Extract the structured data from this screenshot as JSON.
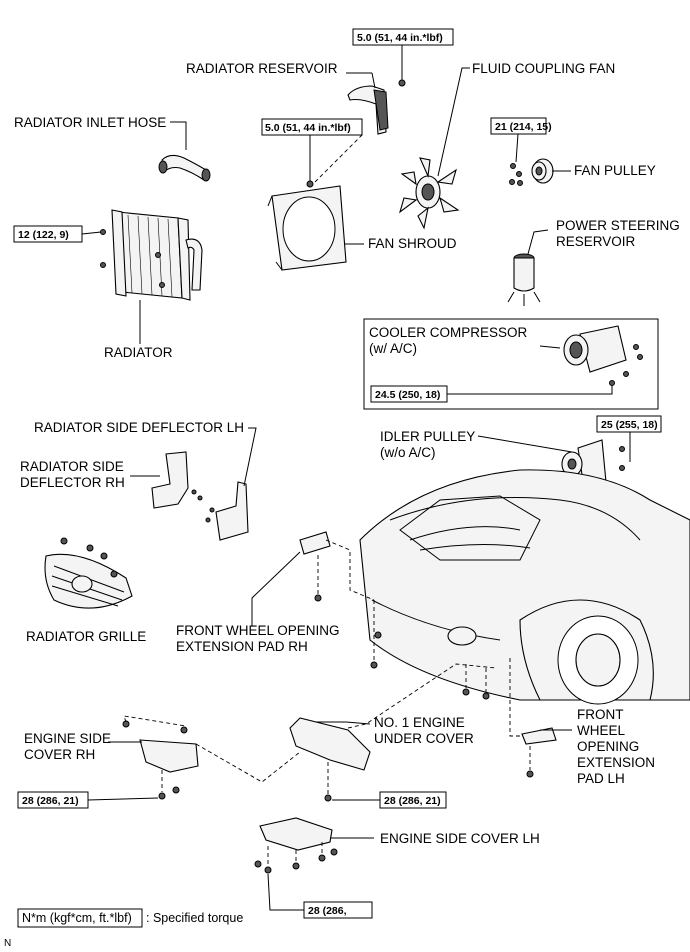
{
  "parts": {
    "radiator_reservoir": "RADIATOR RESERVOIR",
    "fluid_coupling_fan": "FLUID COUPLING FAN",
    "radiator_inlet_hose": "RADIATOR INLET HOSE",
    "fan_pulley": "FAN PULLEY",
    "power_steering_reservoir_1": "POWER STEERING",
    "power_steering_reservoir_2": "RESERVOIR",
    "fan_shroud": "FAN SHROUD",
    "radiator": "RADIATOR",
    "cooler_compressor_1": "COOLER COMPRESSOR",
    "cooler_compressor_2": "(w/ A/C)",
    "radiator_side_deflector_lh": "RADIATOR SIDE DEFLECTOR LH",
    "radiator_side_deflector_rh_1": "RADIATOR SIDE",
    "radiator_side_deflector_rh_2": "DEFLECTOR RH",
    "idler_pulley_1": "IDLER PULLEY",
    "idler_pulley_2": "(w/o A/C)",
    "radiator_grille": "RADIATOR GRILLE",
    "front_wheel_pad_rh_1": "FRONT WHEEL OPENING",
    "front_wheel_pad_rh_2": "EXTENSION PAD RH",
    "engine_side_cover_rh_1": "ENGINE SIDE",
    "engine_side_cover_rh_2": "COVER RH",
    "no1_engine_under_cover_1": "NO. 1 ENGINE",
    "no1_engine_under_cover_2": "UNDER COVER",
    "front_wheel_pad_lh_1": "FRONT",
    "front_wheel_pad_lh_2": "WHEEL",
    "front_wheel_pad_lh_3": "OPENING",
    "front_wheel_pad_lh_4": "EXTENSION",
    "front_wheel_pad_lh_5": "PAD LH",
    "engine_side_cover_lh": "ENGINE SIDE COVER LH"
  },
  "torques": {
    "reservoir": "5.0 (51, 44 in.*lbf)",
    "shroud": "5.0 (51, 44 in.*lbf)",
    "fan_pulley": "21 (214, 15)",
    "radiator": "12 (122, 9)",
    "compressor": "24.5 (250, 18)",
    "idler_pulley": "25 (255, 18)",
    "side_cover_rh": "28 (286, 21)",
    "under_cover": "28 (286, 21)",
    "side_cover_lh": "28 (286,"
  },
  "legend": {
    "unit": "N*m (kgf*cm, ft.*lbf)",
    "text": ": Specified torque"
  },
  "corner_mark": "N"
}
